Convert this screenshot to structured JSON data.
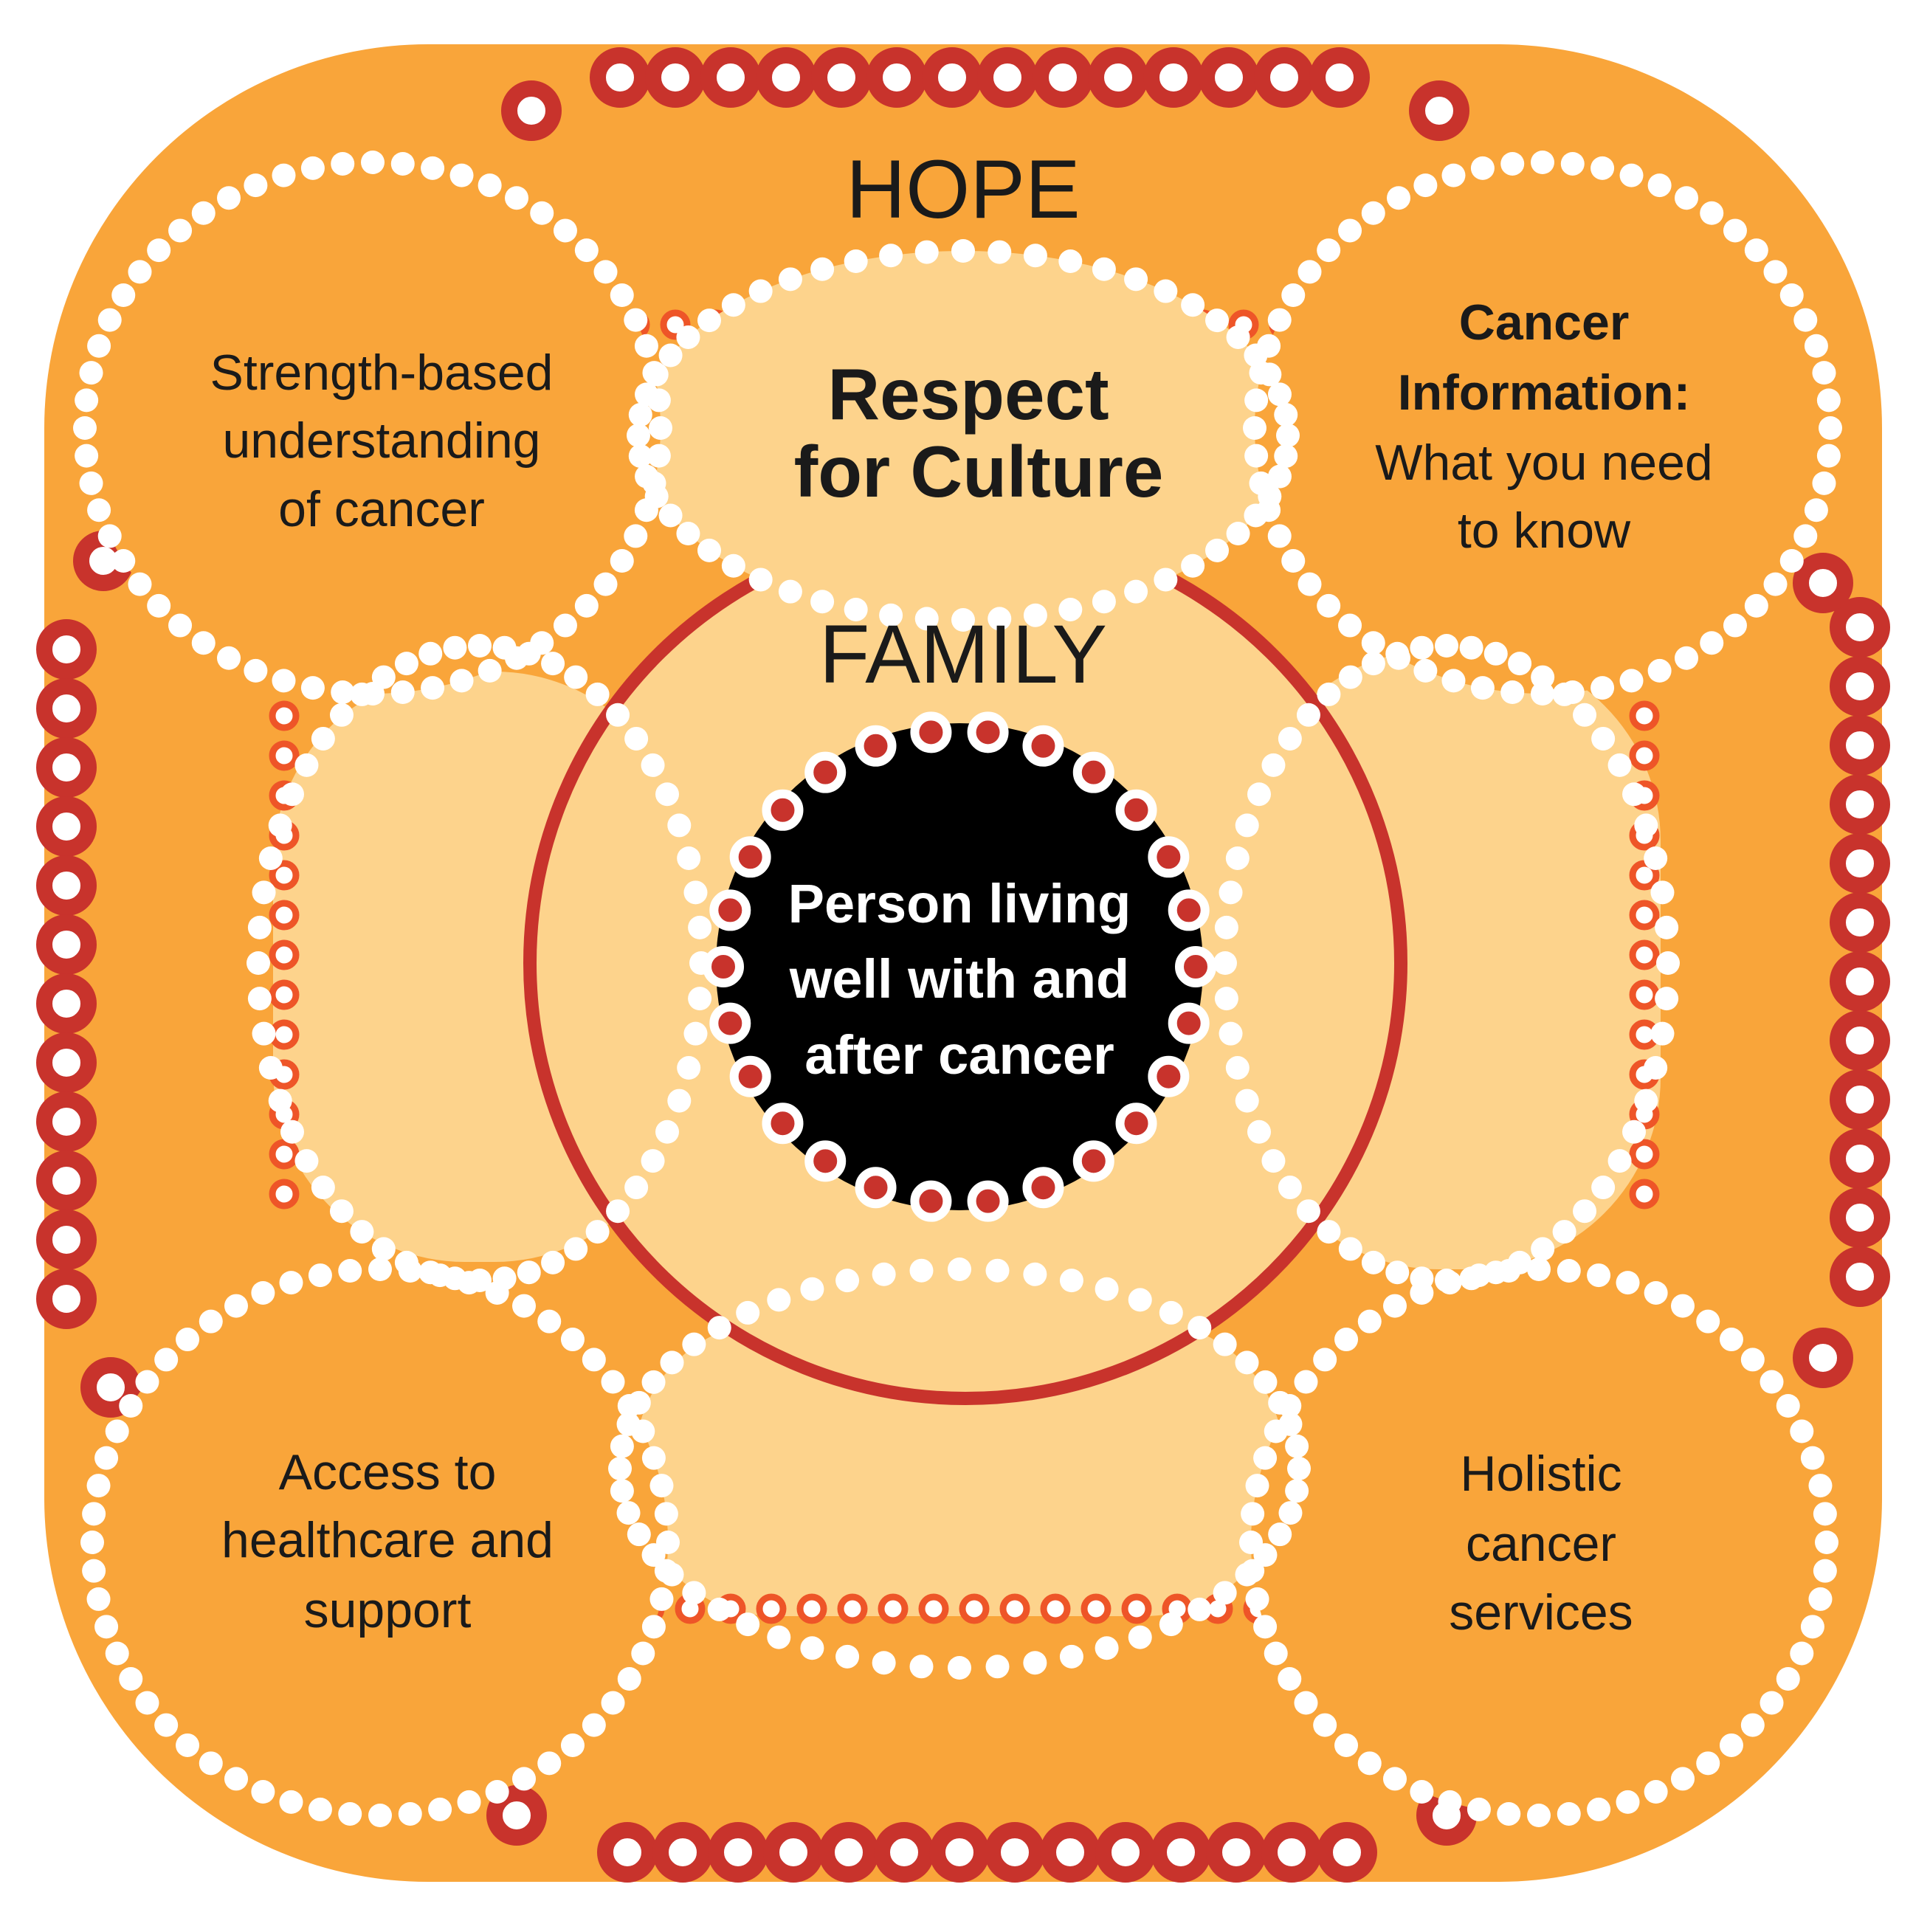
{
  "diagram": {
    "outer_label": "HOPE",
    "inner_label": "FAMILY",
    "center_label": [
      "Person living",
      "well with and",
      "after cancer"
    ],
    "top_node": [
      "Respect",
      "for Culture"
    ],
    "petals": {
      "top_left": [
        "Strength-based",
        "understanding",
        "of cancer"
      ],
      "top_right": [
        "Cancer",
        "Information:",
        "What you need",
        "to know"
      ],
      "bottom_left": [
        "Access to",
        "healthcare and",
        "support"
      ],
      "bottom_right": [
        "Holistic",
        "cancer",
        "services"
      ]
    }
  },
  "colors": {
    "orange": "#F9A53A",
    "light_orange": "#FDD38C",
    "dark_red": "#C8332C",
    "bright_orange_red": "#EE5528",
    "black": "#000000",
    "white": "#FFFFFF",
    "text": "#1A1A1A"
  },
  "icons": {
    "dot_ring": "circle-dot-border",
    "center_ring": "dotted-ring-icon"
  }
}
